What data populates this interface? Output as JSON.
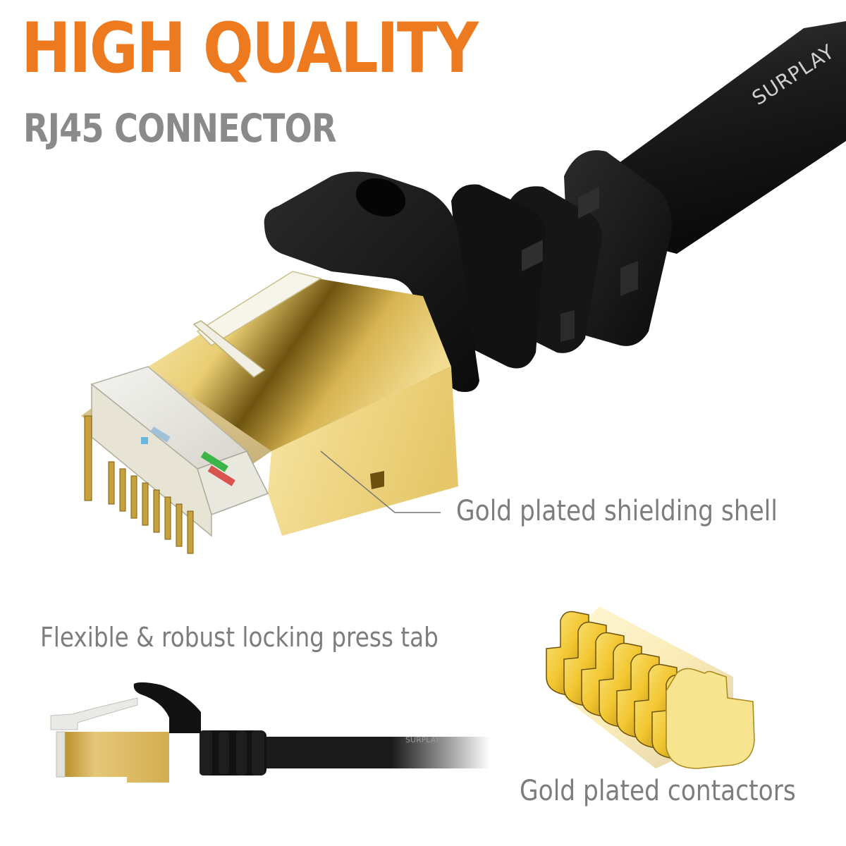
{
  "headline": {
    "title": "HIGH QUALITY",
    "subtitle": "RJ45 CONNECTOR"
  },
  "callouts": {
    "shielding_shell": "Gold plated shielding shell",
    "locking_tab": "Flexible & robust locking press tab",
    "contactors": "Gold plated contactors"
  },
  "cable_print": {
    "main": "SURPLAY",
    "side_view": "SURPLAY"
  },
  "colors": {
    "headline": "#ee7a1f",
    "subtitle": "#8a8a8a",
    "caption": "#7d7d7d",
    "leader_line": "#777777",
    "gold_light": "#f6e3a1",
    "gold_mid": "#e2c15a",
    "gold_dark": "#8a6a12",
    "boot_black": "#141414",
    "cable_black": "#1e1e1e"
  }
}
